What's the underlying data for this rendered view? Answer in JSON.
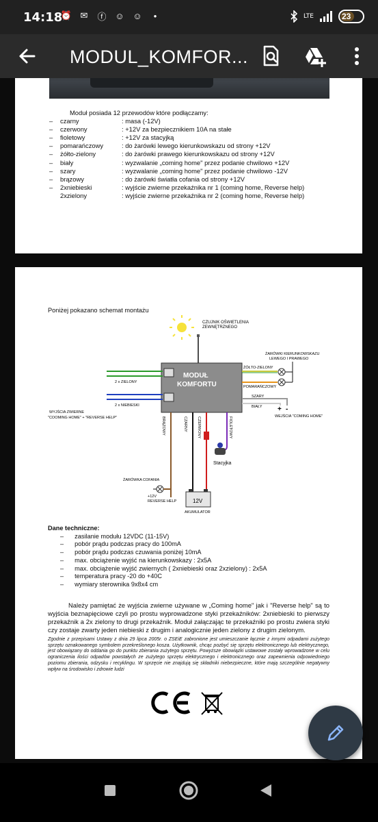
{
  "status_bar": {
    "time": "14:18",
    "network": "LTE",
    "battery": "23"
  },
  "app_bar": {
    "title": "MODUL_KOMFOR..."
  },
  "page1": {
    "intro": "Moduł posiada 12 przewodów które podłączamy:",
    "wires": [
      {
        "dash": "–",
        "name": "czarny",
        "desc": ": masa (-12V)"
      },
      {
        "dash": "–",
        "name": "czerwony",
        "desc": ": +12V za bezpiecznikiem 10A na stałe"
      },
      {
        "dash": "–",
        "name": "fioletowy",
        "desc": ": +12V za stacyjką"
      },
      {
        "dash": "–",
        "name": "pomarańczowy",
        "desc": ": do żarówki lewego kierunkowskazu od strony +12V"
      },
      {
        "dash": "–",
        "name": "żółto-zielony",
        "desc": ": do żarówki prawego kierunkowskazu od strony +12V"
      },
      {
        "dash": "–",
        "name": "biały",
        "desc": ": wyzwalanie „coming home\" przez podanie chwilowo +12V"
      },
      {
        "dash": "–",
        "name": "szary",
        "desc": ": wyzwalanie „coming home\" przez podanie chwilowo -12V"
      },
      {
        "dash": "–",
        "name": "brązowy",
        "desc": ": do żarówki światła cofania od strony +12V"
      },
      {
        "dash": "–",
        "name": "2xniebieski",
        "desc": ": wyjście zwierne przekaźnika nr 1 (coming home, Reverse help)"
      },
      {
        "dash": "",
        "name": "2xzielony",
        "desc": ": wyjście zwierne przekaźnika nr 2 (coming home, Reverse help)"
      }
    ]
  },
  "page2": {
    "schema_title": "Poniżej pokazano schemat montażu",
    "diagram": {
      "sensor": "CZUJNIK OŚWIETLENIA",
      "sensor2": "ZEWNĘTRZNEGO",
      "module1": "MODUŁ",
      "module2": "KOMFORTU",
      "bulbs1": "ŻARÓWKI KIERUNKOWSKAZU",
      "bulbs2": "LEWEGO I PRAWEGO",
      "yellow_green": "ŻÓŁTO-ZIELONY",
      "orange": "POMARAŃCZOWY",
      "gray": "SZARY",
      "white": "BIAŁY",
      "inputs": "WEJŚCIA \"COMING HOME\"",
      "plus": "+",
      "minus": "-",
      "two_green": "2 x ZIELONY",
      "two_blue": "2 x NIEBIESKI",
      "outputs1": "WYJŚCIA ZWIERNE",
      "outputs2": "\"COOMING HOME\" + \"REVERSE HELP\"",
      "brown": "BRĄZOWY",
      "black": "CZARNY",
      "red": "CZERWONY",
      "violet": "FIOLETOWY",
      "ignition": "Stacyjka",
      "reverse_bulb": "ŻARÓWKA COFANIA",
      "plus12": "+12V",
      "reverse_help": "REVERSE HELP",
      "battery_v": "12V",
      "battery_label": "AKUMULATOR"
    },
    "tech_title": "Dane techniczne:",
    "tech": [
      "zasilanie modułu 12VDC (11-15V)",
      "pobór prądu podczas pracy do 100mA",
      "pobór prądu podczas czuwania poniżej 10mA",
      "max. obciążenie wyjść na kierunkowskazy : 2x5A",
      "max. obciążenie wyjść zwiernych ( 2xniebieski oraz 2xzielony) : 2x5A",
      "temperatura pracy -20 do +40C",
      "wymiary sterownika 9x8x4 cm"
    ],
    "note": "Należy pamiętać że wyjścia zwierne używane w „Coming home\" jak i \"Reverse help\" są to wyjścia beznapięciowe czyli po prostu wyprowadzone styki przekaźników: 2xniebieski to pierwszy przekaźnik a 2x zielony to drugi przekaźnik. Moduł załączając te przekaźniki po prostu zwiera styki czy zostaje zwarty jeden niebieski z drugim i analogicznie jeden zielony z drugim zielonym.",
    "fine_print": "Zgodnie z przepisami Ustawy z dnia 29 lipca 2005r. o ZSEiE zabronione jest umieszczanie łącznie z innymi odpadami zużytego sprzętu oznakowanego symbolem przekreślonego kosza. Użytkownik, chcąc pozbyć się sprzętu elektronicznego lub elektrycznego, jest obowiązany do oddania go do punktu zbierania zużytego sprzętu. Powyższe obowiązki ustawowe zostały wprowadzone w celu ograniczenia ilości odpadów powstałych ze zużytego sprzętu elektrycznego i elektronicznego oraz zapewnienia odpowiedniego poziomu zbierania, odzysku i recyklingu. W sprzęcie nie znajdują się składniki niebezpieczne, które mają szczególnie negatywny wpływ na środowisko i zdrowie ludzi"
  },
  "colors": {
    "status_bg": "#212121",
    "appbar_bg": "#2b2b2b",
    "doc_bg": "#0c0c0c",
    "fab_bg": "#2f3a45",
    "fab_icon": "#8ab4f8"
  },
  "icons": [
    "back-arrow-icon",
    "find-in-doc-icon",
    "add-to-drive-icon",
    "more-vert-icon",
    "edit-pencil-icon"
  ]
}
